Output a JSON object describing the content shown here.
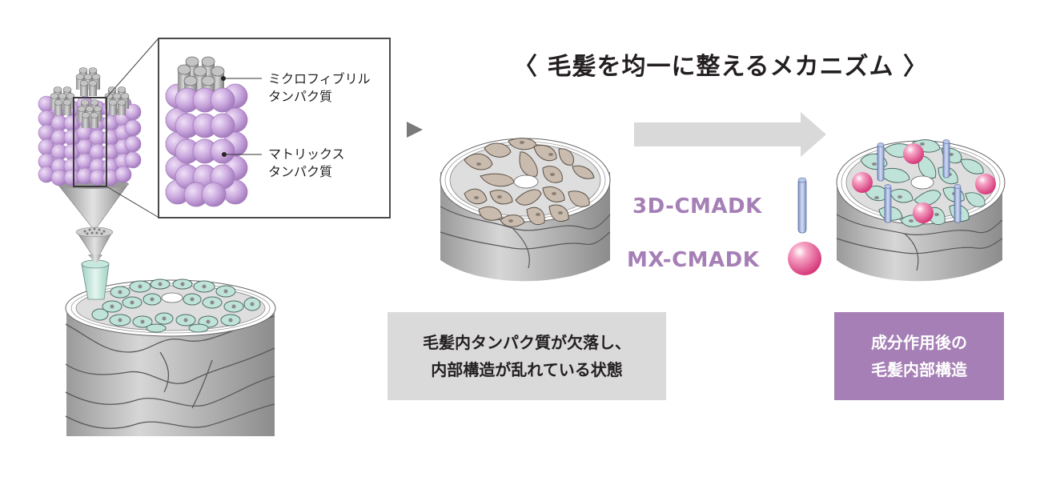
{
  "title": "〈 毛髪を均一に整えるメカニズム 〉",
  "inset": {
    "labels": [
      {
        "text": "ミクロフィブリル\nタンパク質"
      },
      {
        "text": "マトリックス\nタンパク質"
      }
    ]
  },
  "compounds": [
    {
      "name": "3D-CMADK",
      "icon": "blue-rod-icon"
    },
    {
      "name": "MX-CMADK",
      "icon": "pink-sphere-icon"
    }
  ],
  "captions": {
    "before": "毛髪内タンパク質が欠落し、\n内部構造が乱れている状態",
    "after": "成分作用後の\n毛髪内部構造"
  },
  "colors": {
    "accent_purple": "#a57fb5",
    "caption_gray": "#dadada",
    "arrow_gray": "#d9d9d9",
    "cell_green": "#bfe3d8",
    "cell_brown": "#c9bcae",
    "rod_blue": "#9fb1dc",
    "sphere_pink": "#e0558e",
    "matrix_purple": "#c9a7dd"
  }
}
